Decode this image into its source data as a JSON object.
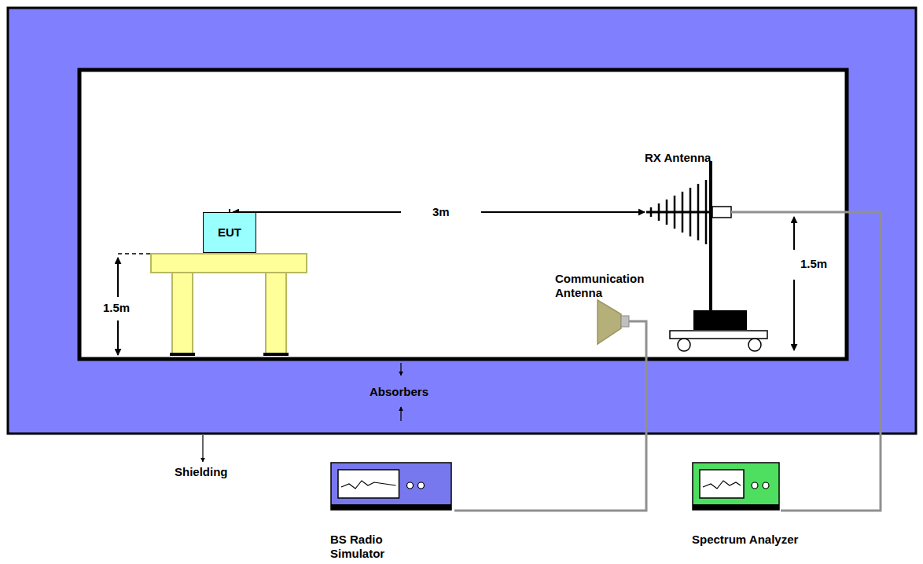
{
  "diagram": {
    "nodes": [
      {
        "text": [
          "EUT"
        ]
      },
      {
        "text": [
          "BS Radio Simulator"
        ]
      },
      {
        "text": [
          "Spectrum Analyzer"
        ]
      }
    ],
    "labels": [
      "RX Antenna",
      "3m",
      "Communication Antenna",
      "1.5m",
      "1.5m",
      "Absorbers",
      "Shielding"
    ]
  }
}
